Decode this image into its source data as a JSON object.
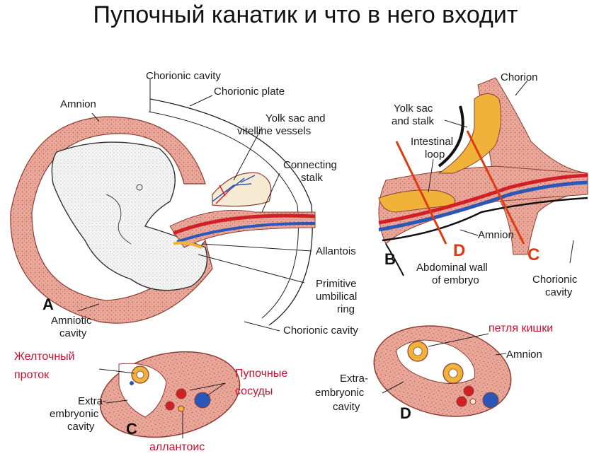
{
  "title": "Пупочный канатик и что в него входит",
  "colors": {
    "tissue": "#e9a79a",
    "tissue_dark": "#c46f61",
    "artery": "#d21f26",
    "vein": "#2a57b8",
    "yolk": "#f1b23a",
    "cavity": "#ffffff",
    "annotation_red": "#c8102e",
    "section_line": "#e03a10"
  },
  "panel_a": {
    "letter": "A",
    "labels": {
      "chorionic_cavity_top": "Chorionic cavity",
      "amnion": "Amnion",
      "chorionic_plate": "Chorionic plate",
      "yolk_sac_1": "Yolk sac and",
      "yolk_sac_2": "vitelline vessels",
      "connecting_1": "Connecting",
      "connecting_2": "stalk",
      "allantois": "Allantois",
      "primitive_1": "Primitive",
      "primitive_2": "umbilical",
      "primitive_3": "ring",
      "amniotic_1": "Amniotic",
      "amniotic_2": "cavity",
      "chorionic_cavity_bottom": "Chorionic cavity"
    }
  },
  "panel_b": {
    "letter": "B",
    "labels": {
      "chorion": "Chorion",
      "yolk_1": "Yolk sac",
      "yolk_2": "and stalk",
      "intestinal_1": "Intestinal",
      "intestinal_2": "loop",
      "amnion": "Amnion",
      "abdominal_1": "Abdominal wall",
      "abdominal_2": "of embryo",
      "chorionic_1": "Chorionic",
      "chorionic_2": "cavity"
    },
    "section_d": "D",
    "section_c": "C"
  },
  "panel_c": {
    "letter": "C",
    "labels": {
      "extra_1": "Extra-",
      "extra_2": "embryonic",
      "extra_3": "cavity"
    }
  },
  "panel_d": {
    "letter": "D",
    "labels": {
      "amnion": "Amnion",
      "extra_1": "Extra-",
      "extra_2": "embryonic",
      "extra_3": "cavity"
    }
  },
  "annotations_ru": {
    "yolk_duct_1": "Желточный",
    "yolk_duct_2": "проток",
    "umbilical_1": "Пупочные",
    "umbilical_2": "сосуды",
    "allantois": "аллантоис",
    "intestinal_loop": "петля кишки"
  }
}
